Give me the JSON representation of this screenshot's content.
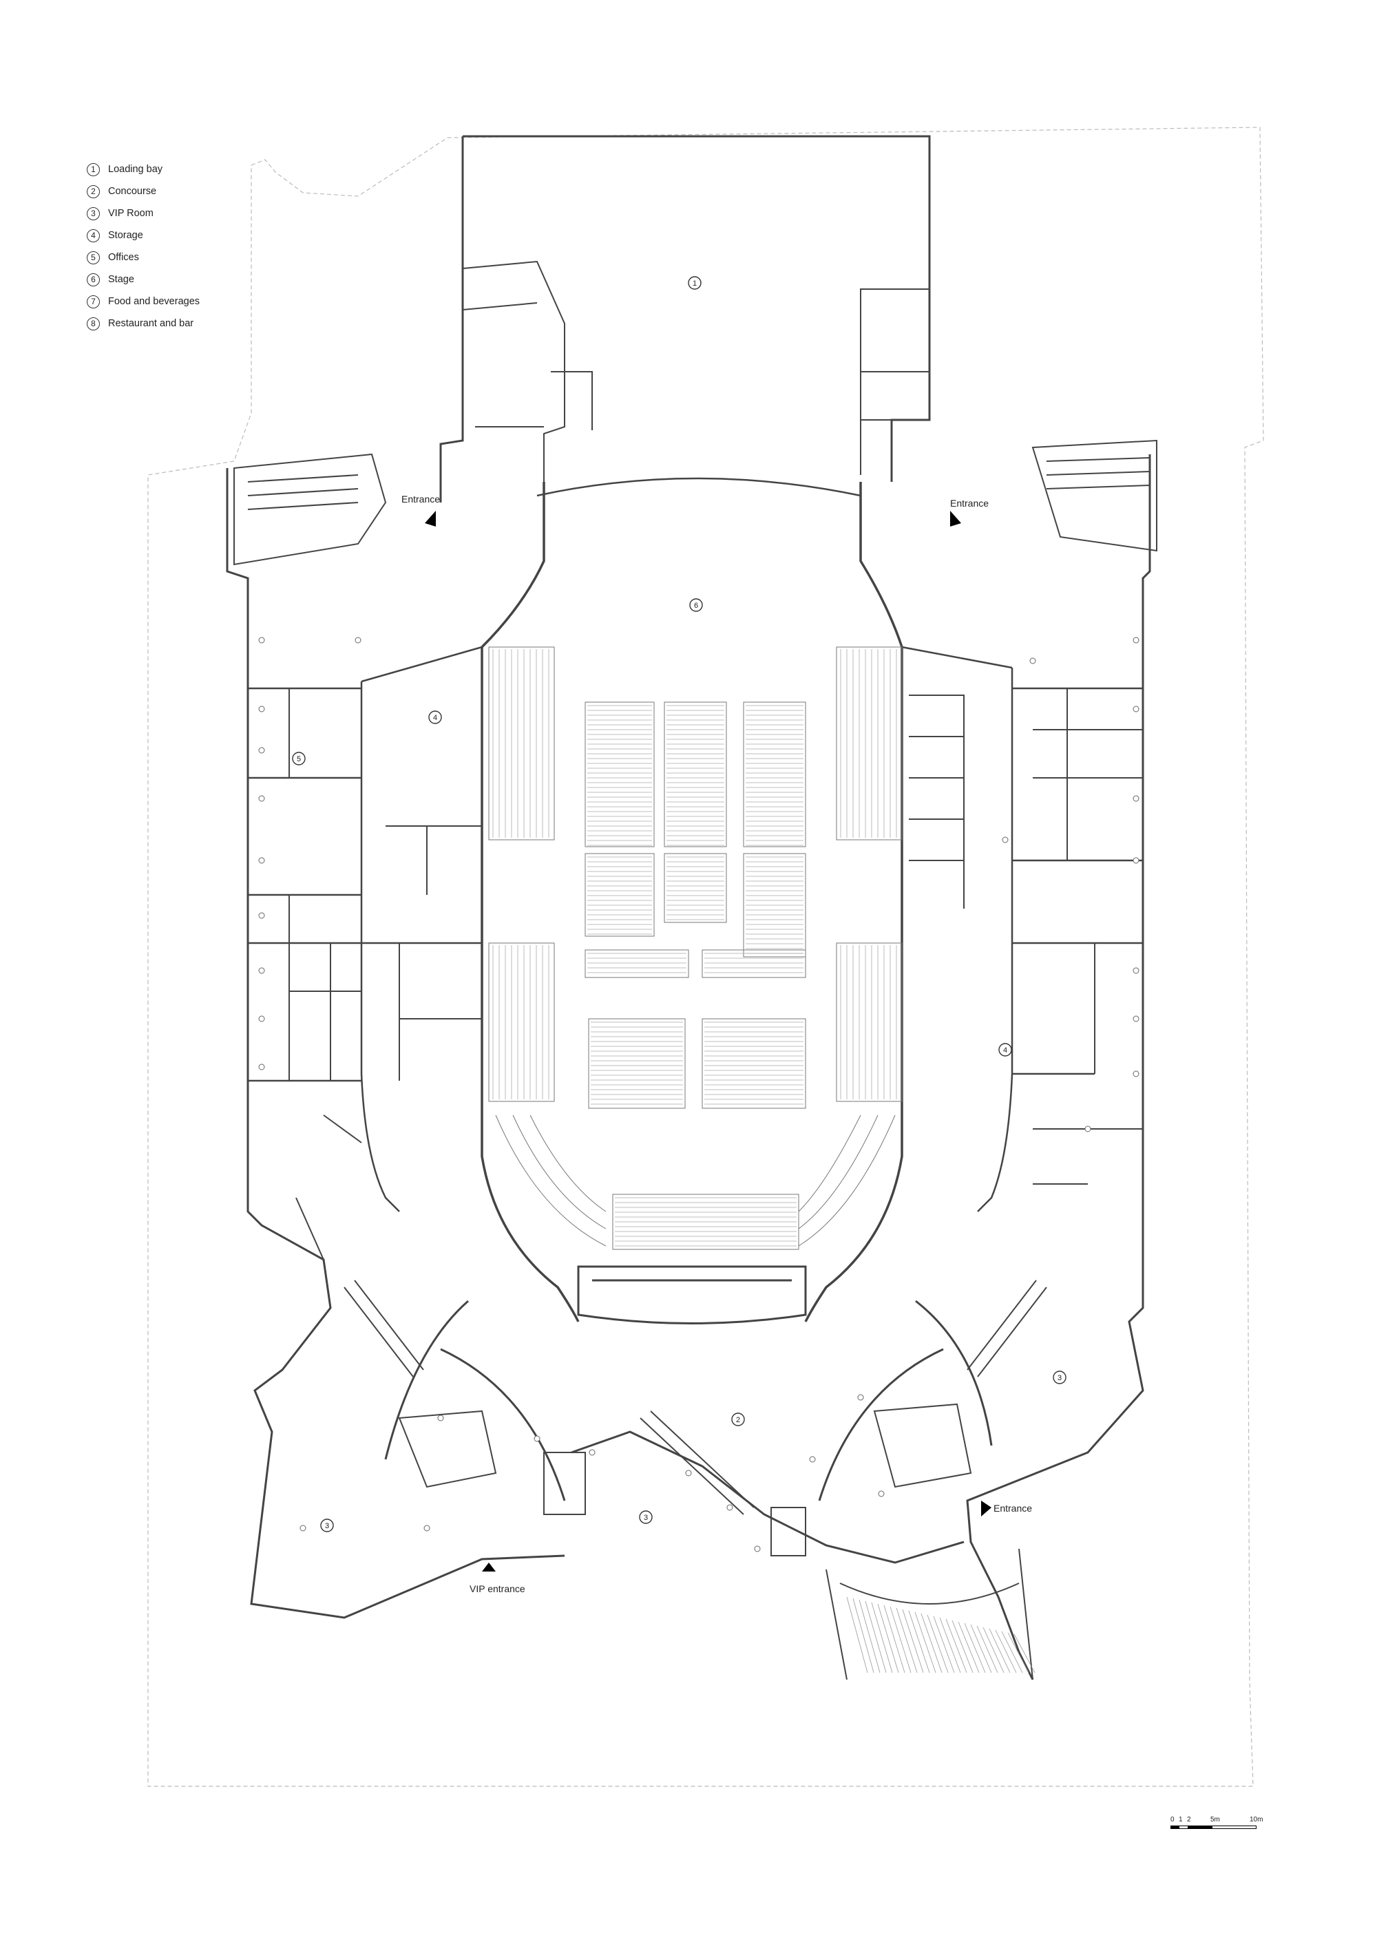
{
  "legend": [
    {
      "num": "1",
      "label": "Loading bay"
    },
    {
      "num": "2",
      "label": "Concourse"
    },
    {
      "num": "3",
      "label": "VIP Room"
    },
    {
      "num": "4",
      "label": "Storage"
    },
    {
      "num": "5",
      "label": "Offices"
    },
    {
      "num": "6",
      "label": "Stage"
    },
    {
      "num": "7",
      "label": "Food and beverages"
    },
    {
      "num": "8",
      "label": "Restaurant and bar"
    }
  ],
  "entrances": {
    "left": "Entrance",
    "right": "Entrance",
    "bottom_right": "Entrance",
    "vip": "VIP entrance"
  },
  "room_markers": {
    "loading_bay": "1",
    "stage": "6",
    "storage_left": "4",
    "storage_right": "4",
    "offices": "5",
    "concourse": "2",
    "vip_left": "3",
    "vip_center": "3",
    "vip_right": "3"
  },
  "scale_bar": {
    "labels": [
      "0",
      "1",
      "2",
      "5m",
      "10m"
    ]
  }
}
